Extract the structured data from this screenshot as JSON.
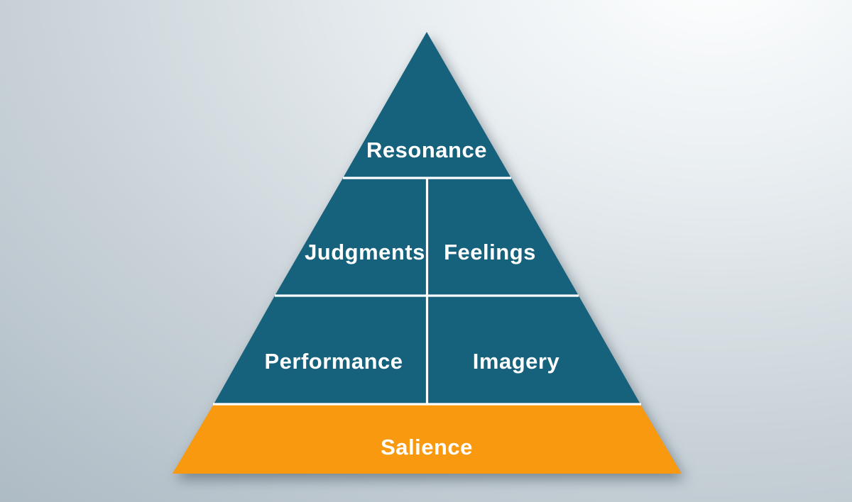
{
  "diagram": {
    "type": "pyramid",
    "rows": [
      {
        "cells": [
          {
            "label": "Resonance"
          }
        ]
      },
      {
        "cells": [
          {
            "label": "Judgments"
          },
          {
            "label": "Feelings"
          }
        ]
      },
      {
        "cells": [
          {
            "label": "Performance"
          },
          {
            "label": "Imagery"
          }
        ]
      },
      {
        "cells": [
          {
            "label": "Salience"
          }
        ]
      }
    ]
  },
  "colors": {
    "teal": "#16617B",
    "orange": "#F8990F",
    "divider": "#FFFFFF",
    "label": "#FFFFFF",
    "background_light": "#FDFEFE",
    "background_dark": "#AAB8C2"
  }
}
